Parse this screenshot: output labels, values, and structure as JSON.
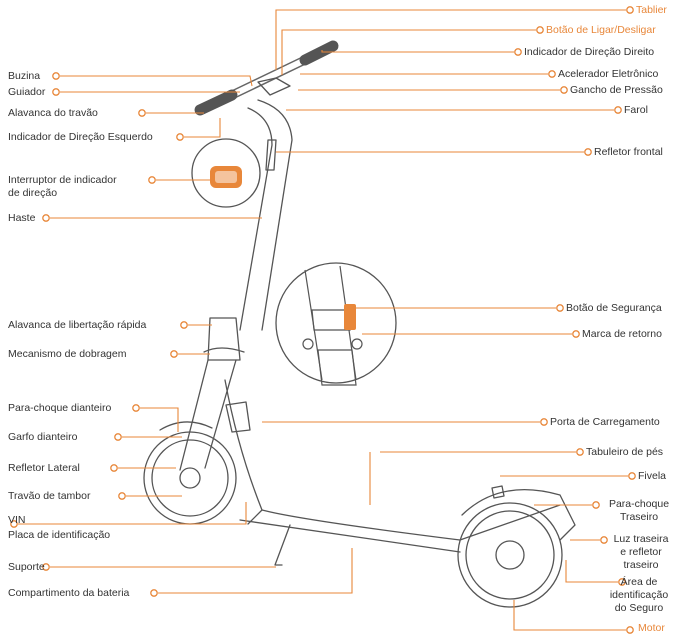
{
  "colors": {
    "accent": "#e8873a",
    "line": "#555555",
    "text": "#333333"
  },
  "labels": {
    "tablier": "Tablier",
    "botao_ligar": "Botão de Ligar/Desligar",
    "indicador_direito": "Indicador de Direção Direito",
    "acelerador": "Acelerador Eletrônico",
    "gancho": "Gancho de Pressão",
    "farol": "Farol",
    "refletor_frontal": "Refletor frontal",
    "buzina": "Buzina",
    "guiador": "Guiador",
    "alavanca_travao": "Alavanca do travão",
    "indicador_esquerdo": "Indicador de Direção Esquerdo",
    "interruptor_1": "Interruptor de indicador",
    "interruptor_2": "de direção",
    "haste": "Haste",
    "botao_seguranca": "Botão de Segurança",
    "marca_retorno": "Marca de retorno",
    "alavanca_libertacao": "Alavanca de libertação rápida",
    "mecanismo_dobragem": "Mecanismo de dobragem",
    "parachoque_dianteiro": "Para-choque dianteiro",
    "porta_carregamento": "Porta de Carregamento",
    "garfo_dianteiro": "Garfo dianteiro",
    "tabuleiro_pes": "Tabuleiro de pés",
    "refletor_lateral": "Refletor Lateral",
    "fivela": "Fivela",
    "travao_tambor": "Travão de tambor",
    "parachoque_traseiro_1": "Para-choque",
    "parachoque_traseiro_2": "Traseiro",
    "vin": "VIN",
    "placa_identificacao": "Placa de identificação",
    "luz_traseira_1": "Luz traseira",
    "luz_traseira_2": "e refletor",
    "luz_traseira_3": "traseiro",
    "suporte": "Suporte",
    "area_1": "Área de",
    "area_2": "identificação",
    "area_3": "do Seguro",
    "compartimento": "Compartimento da bateria",
    "motor": "Motor"
  }
}
